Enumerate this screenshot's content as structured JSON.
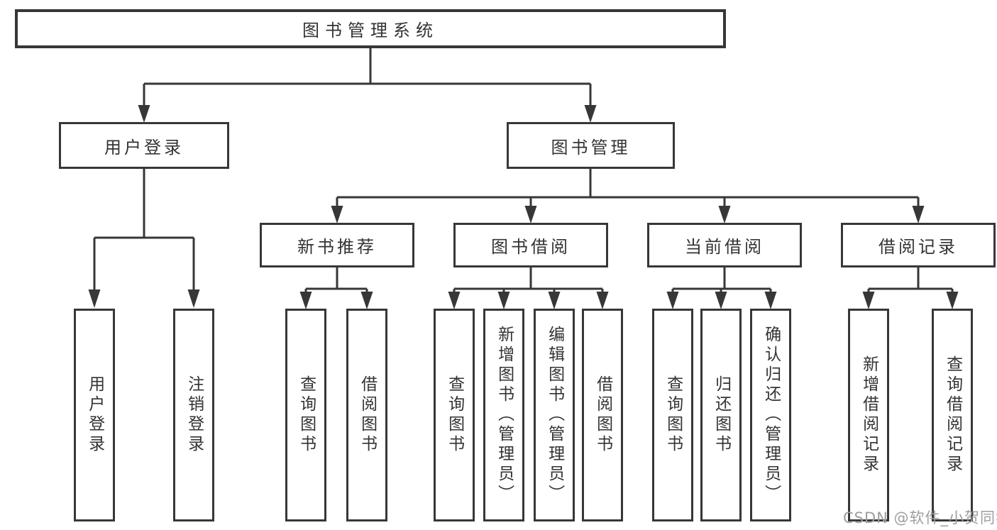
{
  "d": {
    "root": "图书管理系统",
    "tree": [
      {
        "label": "用户登录",
        "children": [
          "用户登录",
          "注销登录"
        ]
      },
      {
        "label": "图书管理",
        "children": [
          {
            "label": "新书推荐",
            "children": [
              "查询图书",
              "借阅图书"
            ]
          },
          {
            "label": "图书借阅",
            "children": [
              "查询图书",
              "新增图书（管理员）",
              "编辑图书（管理员）",
              "借阅图书"
            ]
          },
          {
            "label": "当前借阅",
            "children": [
              "查询图书",
              "归还图书",
              "确认归还（管理员）"
            ]
          },
          {
            "label": "借阅记录",
            "children": [
              "新增借阅记录",
              "查询借阅记录"
            ]
          }
        ]
      }
    ],
    "watermark": "CSDN @软件_小贺同学"
  },
  "colors": {
    "line": "#373737",
    "text": "#333333",
    "watermark": "#9e9e9e",
    "background": "#ffffff"
  }
}
